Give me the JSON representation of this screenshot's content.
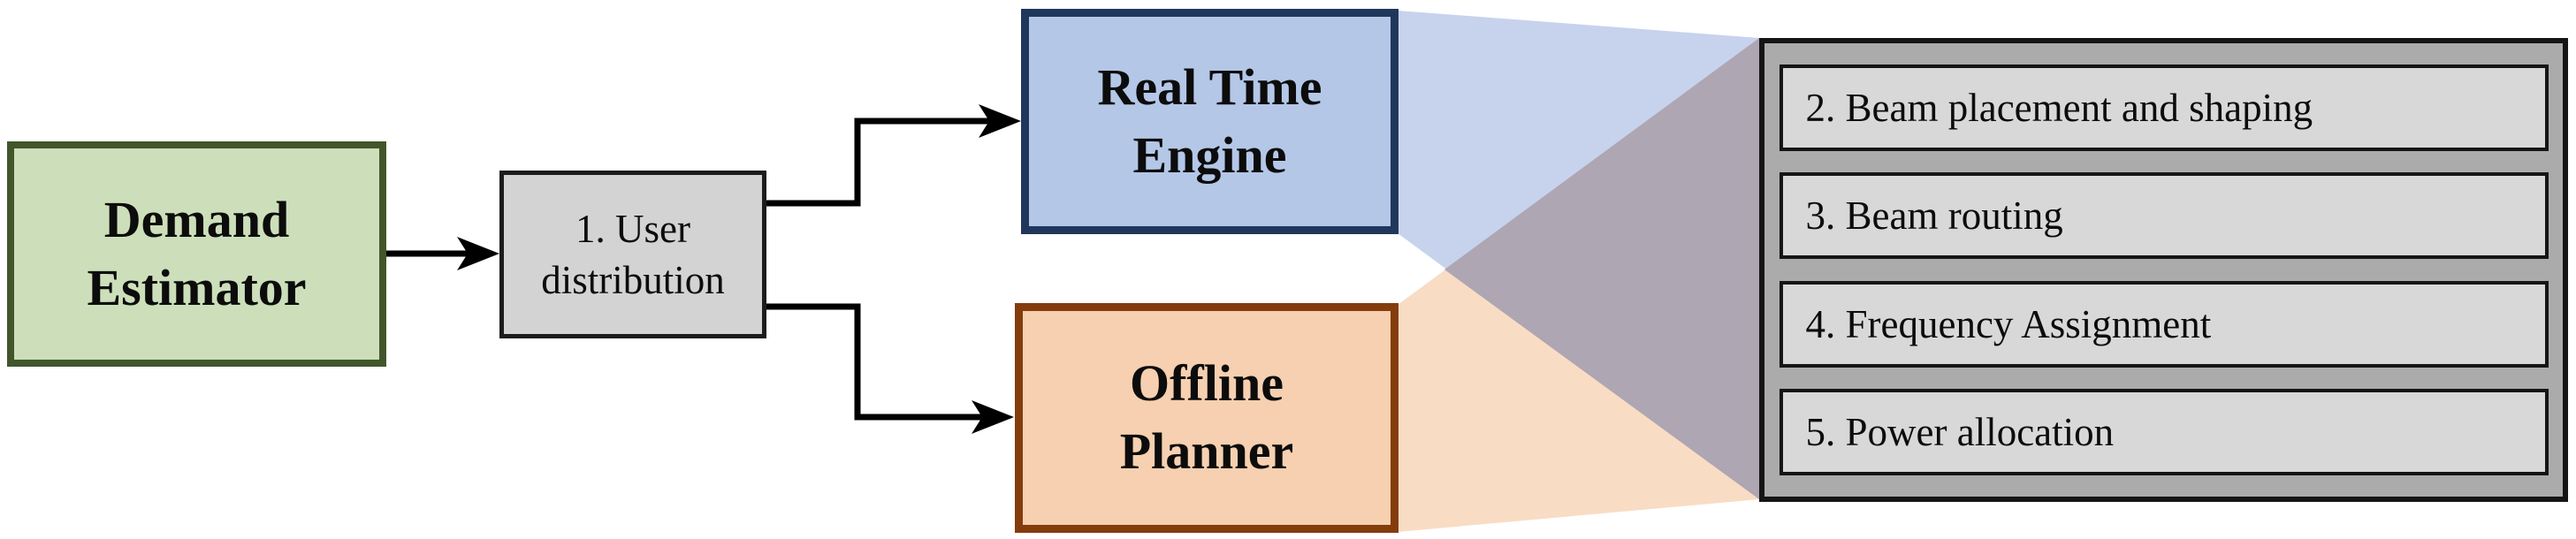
{
  "diagram": {
    "nodes": {
      "demand_estimator": {
        "label": "Demand\nEstimator",
        "fill": "#ccdfba",
        "border": "#42562b"
      },
      "user_distribution": {
        "label": "1. User\ndistribution",
        "fill": "#d3d3d3",
        "border": "#1c1c1c"
      },
      "real_time_engine": {
        "label": "Real Time\nEngine",
        "fill": "#b4c7e7",
        "border": "#20375c"
      },
      "offline_planner": {
        "label": "Offline\nPlanner",
        "fill": "#f6d0b0",
        "border": "#843c0c"
      }
    },
    "tasks_panel": {
      "fill": "#ababab",
      "item_fill": "#d8d8d8",
      "items": [
        {
          "label": "2. Beam placement and shaping"
        },
        {
          "label": "3. Beam routing"
        },
        {
          "label": "4. Frequency Assignment"
        },
        {
          "label": "5. Power allocation"
        }
      ]
    },
    "beams": {
      "blue": "#c7d3ed",
      "orange": "#f9dcc4",
      "overlap": "#aea6b2"
    },
    "connector_color": "#000000"
  }
}
